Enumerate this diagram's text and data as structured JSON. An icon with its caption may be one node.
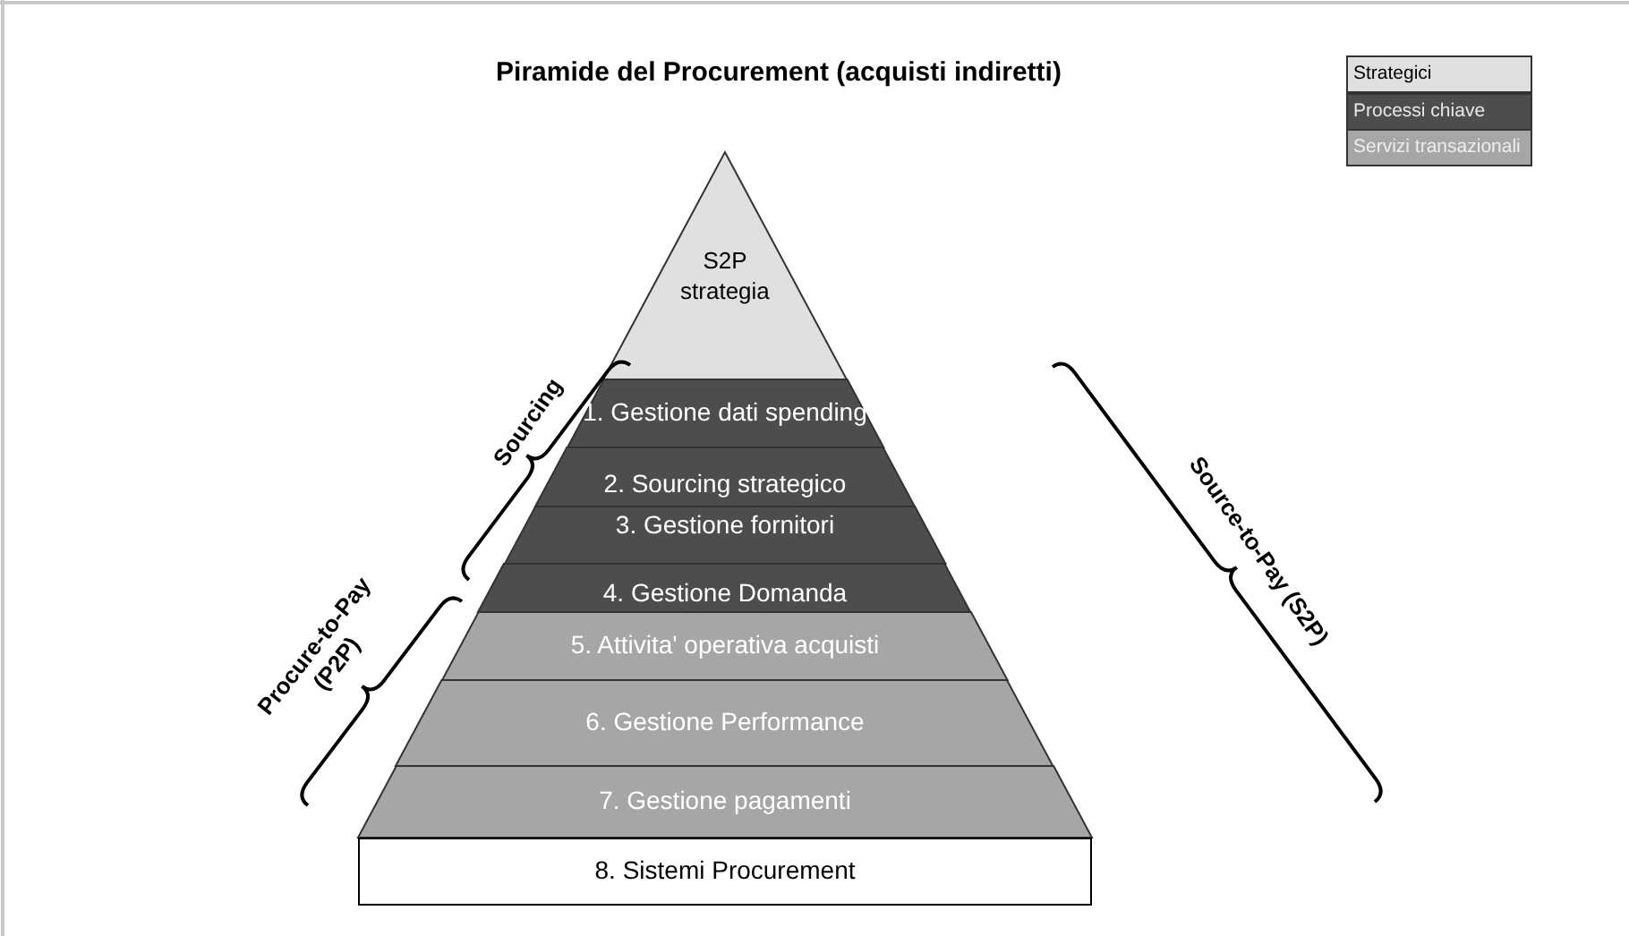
{
  "diagram": {
    "title": "Piramide del Procurement (acquisti indiretti)",
    "nodes": [
      {
        "text": [
          "S2P strategia"
        ]
      },
      {
        "text": [
          "1. Gestione dati spending"
        ]
      },
      {
        "text": [
          "2. Sourcing strategico"
        ]
      },
      {
        "text": [
          "3. Gestione fornitori"
        ]
      },
      {
        "text": [
          "4. Gestione Domanda"
        ]
      },
      {
        "text": [
          "5. Attivita' operativa acquisti"
        ]
      },
      {
        "text": [
          "6. Gestione Performance"
        ]
      },
      {
        "text": [
          "7. Gestione pagamenti"
        ]
      },
      {
        "text": [
          "8. Sistemi Procurement"
        ]
      }
    ],
    "labels": [
      "Sourcing",
      "Procure-to-Pay (P2P)",
      "Source-to-Pay (S2P)"
    ],
    "legend": [
      {
        "text": "Strategici",
        "color": "#e0e0e0"
      },
      {
        "text": "Processi chiave",
        "color": "#4d4d4d"
      },
      {
        "text": "Servizi transazionali",
        "color": "#a6a6a6"
      }
    ]
  }
}
